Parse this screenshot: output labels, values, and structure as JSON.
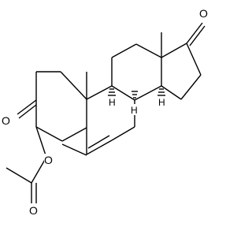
{
  "atoms": {
    "o17": {
      "symbol": "O"
    },
    "o3": {
      "symbol": "O"
    },
    "o4": {
      "symbol": "O"
    },
    "oac": {
      "symbol": "O"
    },
    "h8": {
      "symbol": "H"
    },
    "h9": {
      "symbol": "H"
    },
    "h14": {
      "symbol": "H"
    }
  },
  "colors": {
    "line": "#000000",
    "background": "#ffffff"
  }
}
